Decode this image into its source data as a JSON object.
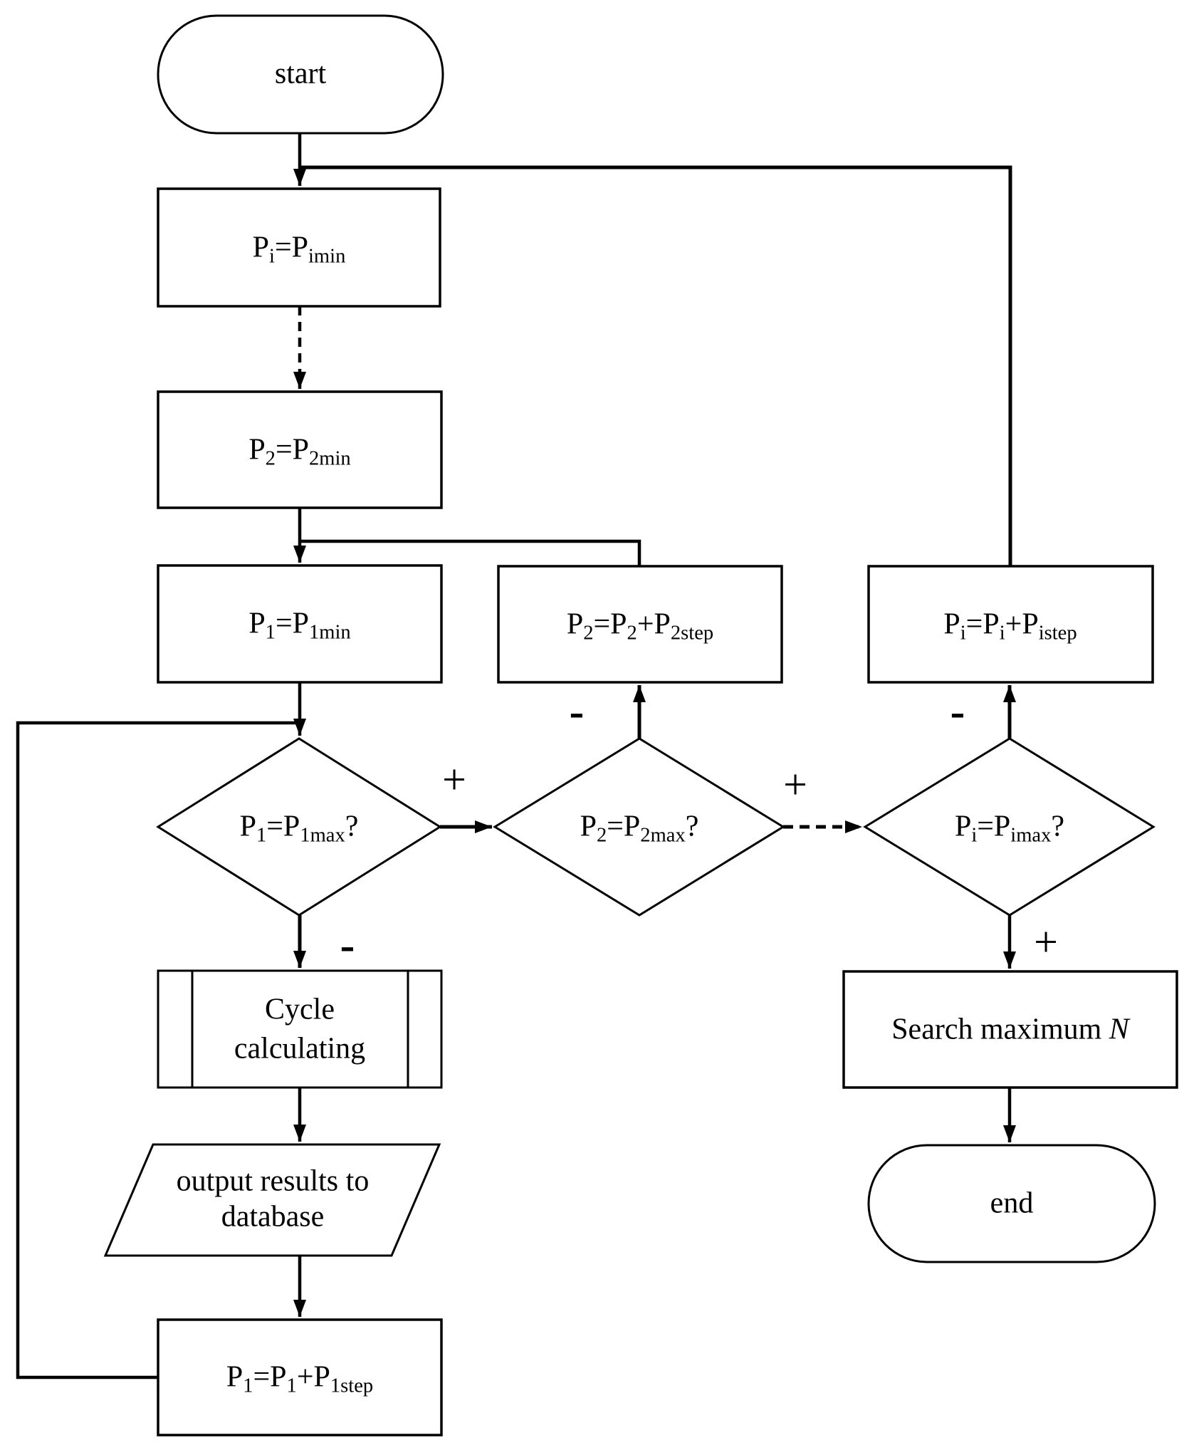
{
  "diagram": {
    "title": "parameter sweep flowchart",
    "colors": {
      "background": "#ffffff",
      "line": "#000000",
      "text": "#000000"
    },
    "nodes": {
      "start": {
        "type": "terminator",
        "label": "start"
      },
      "init_pi": {
        "type": "process",
        "label": "P_{i}=P_{imin}"
      },
      "init_p2": {
        "type": "process",
        "label": "P_{2}=P_{2min}"
      },
      "init_p1": {
        "type": "process",
        "label": "P_{1}=P_{1min}"
      },
      "step_p2": {
        "type": "process",
        "label": "P_{2}=P_{2}+P_{2step}"
      },
      "step_pi": {
        "type": "process",
        "label": "P_{i}=P_{i}+P_{istep}"
      },
      "check_p1": {
        "type": "decision",
        "label": "P_{1}=P_{1max}?"
      },
      "check_p2": {
        "type": "decision",
        "label": "P_{2}=P_{2max}?"
      },
      "check_pi": {
        "type": "decision",
        "label": "P_{i}=P_{imax}?"
      },
      "cycle": {
        "type": "predefined-process",
        "label": "Cycle calculating"
      },
      "output": {
        "type": "data-io",
        "label": "output results to database"
      },
      "step_p1": {
        "type": "process",
        "label": "P_{1}=P_{1}+P_{1step}"
      },
      "search": {
        "type": "process",
        "label": "Search maximum *N*"
      },
      "end": {
        "type": "terminator",
        "label": "end"
      }
    },
    "edge_labels": {
      "check_p1_yes": "+",
      "check_p1_no": "-",
      "check_p2_yes": "+",
      "check_p2_no": "-",
      "check_pi_yes": "+",
      "check_pi_no": "-"
    }
  }
}
